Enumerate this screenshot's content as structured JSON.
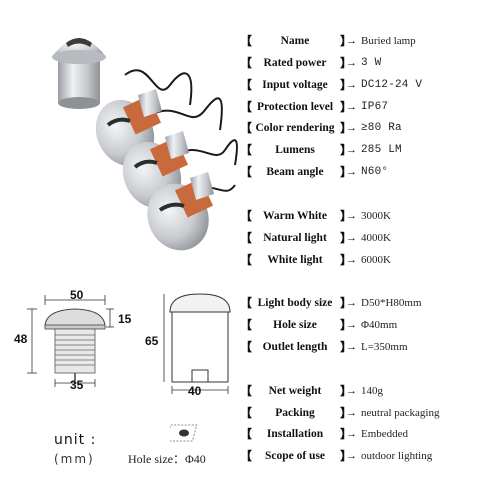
{
  "specs": [
    {
      "label": "Name",
      "arrow": "→",
      "value": "Buried lamp"
    },
    {
      "label": "Rated power",
      "arrow": "→",
      "value": "3 W"
    },
    {
      "label": "Input voltage",
      "arrow": "→",
      "value": "DC12-24 V"
    },
    {
      "label": "Protection level",
      "arrow": "→",
      "value": "IP67"
    },
    {
      "label": "Color rendering",
      "arrow": "→",
      "value": "≥80 Ra"
    },
    {
      "label": "Lumens",
      "arrow": "→",
      "value": "285 LM"
    },
    {
      "label": "Beam angle",
      "arrow": "→",
      "value": "N60°"
    },
    {
      "label": "Warm White",
      "arrow": "→",
      "value": "3000K"
    },
    {
      "label": "Natural light",
      "arrow": "→",
      "value": "4000K"
    },
    {
      "label": "White light",
      "arrow": "→",
      "value": "6000K"
    },
    {
      "label": "Light body size",
      "arrow": "→",
      "value": "D50*H80mm"
    },
    {
      "label": "Hole size",
      "arrow": "→",
      "value": "Φ40mm"
    },
    {
      "label": "Outlet length",
      "arrow": "→",
      "value": "L=350mm"
    },
    {
      "label": "Net weight",
      "arrow": "→",
      "value": "140g"
    },
    {
      "label": "Packing",
      "arrow": "→",
      "value": "neutral packaging"
    },
    {
      "label": "Installation",
      "arrow": "→",
      "value": "Embedded"
    },
    {
      "label": "Scope of use",
      "arrow": "→",
      "value": "outdoor lighting"
    }
  ],
  "brackets": {
    "left": "【",
    "right": "】"
  },
  "dimensions": {
    "top_width": "50",
    "height_total": "48",
    "cap_height": "15",
    "body_width": "35",
    "side_height": "65",
    "side_width": "40"
  },
  "unit": {
    "label": "unit :",
    "sub": "(mm)"
  },
  "hole_caption": "Hole size：Φ40",
  "colors": {
    "lamp_silver": "#c9ccd0",
    "ring_orange": "#c96a3c",
    "cable": "#1a1a1a"
  }
}
